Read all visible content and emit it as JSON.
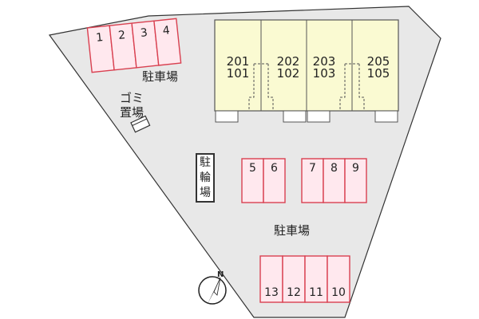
{
  "labels": {
    "parking_top": "駐車場",
    "parking_center": "駐車場",
    "garbage_line1": "ゴミ",
    "garbage_line2": "置場",
    "bicycle_line1": "駐",
    "bicycle_line2": "輪",
    "bicycle_line3": "場",
    "north": "N"
  },
  "parking_spaces": {
    "top_row": [
      "1",
      "2",
      "3",
      "4"
    ],
    "middle_left": [
      "5",
      "6"
    ],
    "middle_right": [
      "7",
      "8",
      "9"
    ],
    "bottom_row": [
      "13",
      "12",
      "11",
      "10"
    ]
  },
  "units": [
    {
      "upper": "201",
      "lower": "101"
    },
    {
      "upper": "202",
      "lower": "102"
    },
    {
      "upper": "203",
      "lower": "103"
    },
    {
      "upper": "205",
      "lower": "105"
    }
  ],
  "colors": {
    "lot_fill": "#e8e8e8",
    "building_fill": "#fafad2",
    "parking_fill": "#ffe8ee",
    "parking_stroke": "#d94050"
  }
}
